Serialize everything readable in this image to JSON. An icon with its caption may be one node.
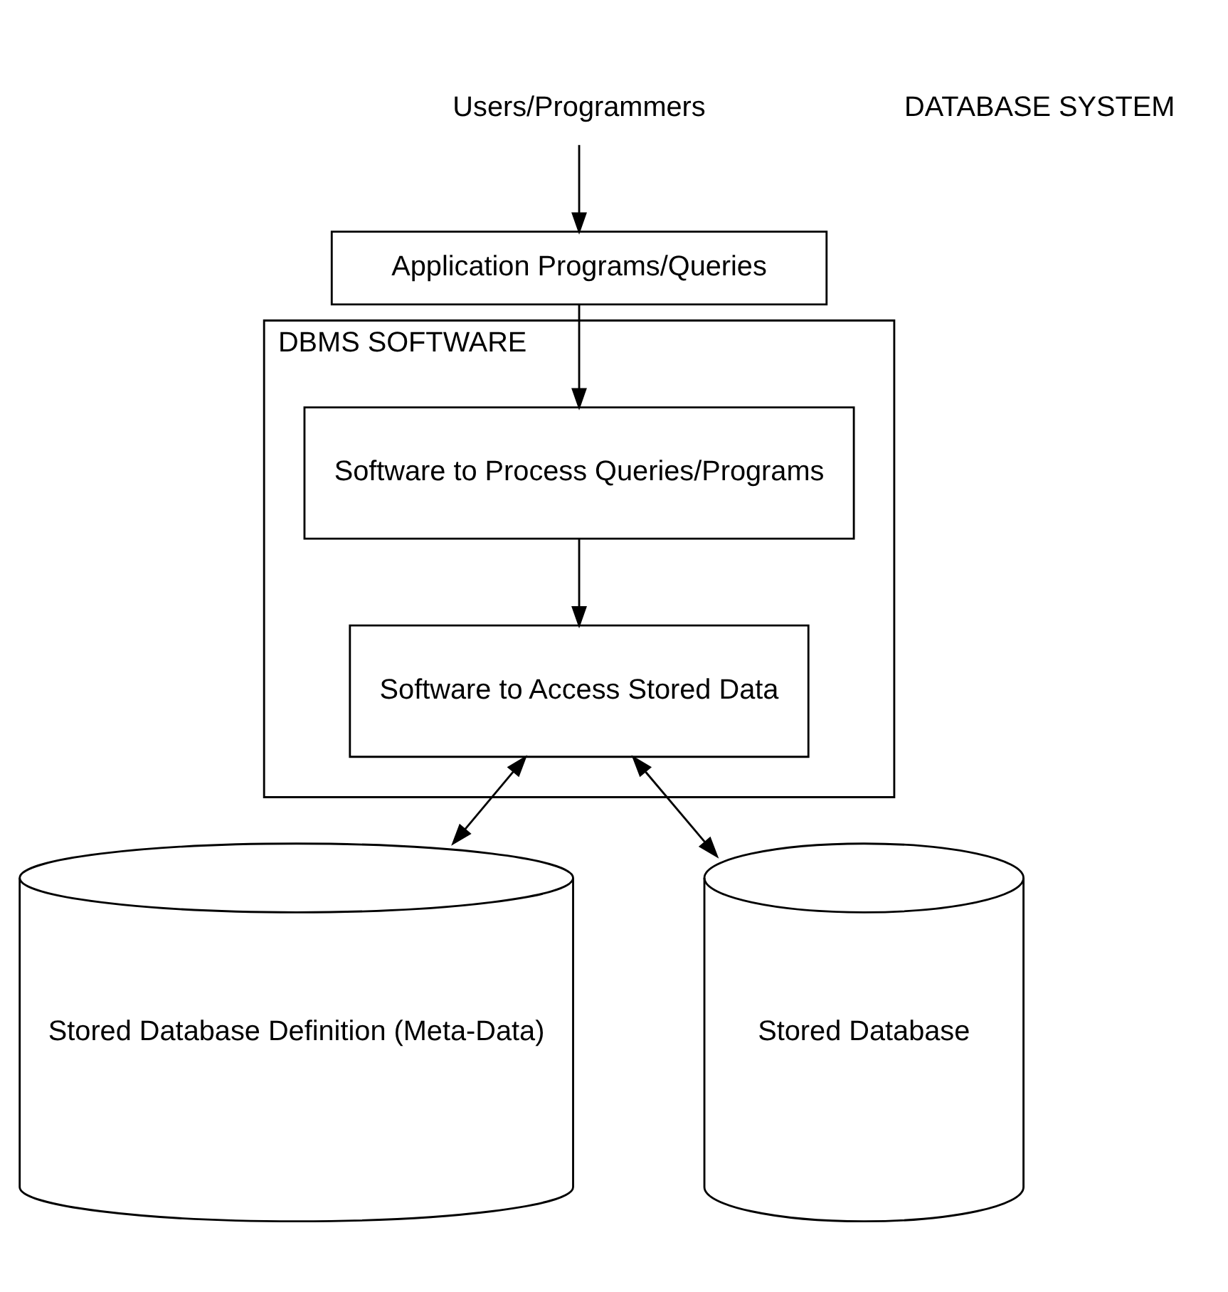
{
  "diagram": {
    "nodes": [
      {
        "text": [
          "Users/Programmers"
        ]
      },
      {
        "text": [
          "Application Programs/Queries"
        ]
      },
      {
        "text": [
          "DBMS SOFTWARE"
        ]
      },
      {
        "text": [
          "Software to Process Queries/Programs"
        ],
        "in": 2
      },
      {
        "text": [
          "Software to Access Stored Data"
        ],
        "in": 2
      },
      {
        "text": [
          "Stored Database Definition (Meta-Data)"
        ]
      },
      {
        "text": [
          "Stored Database"
        ]
      }
    ],
    "edges": [
      {
        "from": 0,
        "to": 1,
        "arrow": "to"
      },
      {
        "from": 1,
        "to": 3,
        "arrow": "to"
      },
      {
        "from": 3,
        "to": 4,
        "arrow": "to"
      },
      {
        "from": 4,
        "to": 5,
        "arrow": "both"
      },
      {
        "from": 4,
        "to": 6,
        "arrow": "both"
      }
    ],
    "labels": [
      "DATABASE SYSTEM"
    ]
  }
}
